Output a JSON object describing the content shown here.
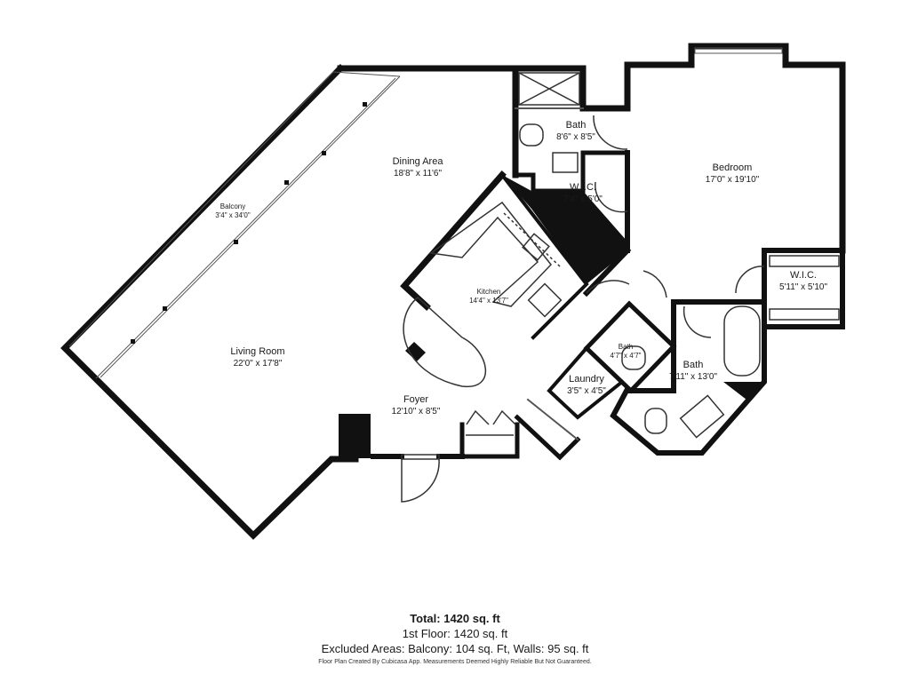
{
  "rooms": {
    "dining": {
      "name": "Dining Area",
      "dims": "18'8\" x 11'6\""
    },
    "balcony": {
      "name": "Balcony",
      "dims": "3'4\" x 34'0\""
    },
    "living": {
      "name": "Living Room",
      "dims": "22'0\" x 17'8\""
    },
    "kitchen": {
      "name": "Kitchen",
      "dims": "14'4\" x 13'7\""
    },
    "foyer": {
      "name": "Foyer",
      "dims": "12'10\" x 8'5\""
    },
    "bath_top": {
      "name": "Bath",
      "dims": "8'6\" x 8'5\""
    },
    "wic_top": {
      "name": "W.I.C.",
      "dims": "7'4\" x 5'0\""
    },
    "bedroom": {
      "name": "Bedroom",
      "dims": "17'0\" x 19'10\""
    },
    "wic_right": {
      "name": "W.I.C.",
      "dims": "5'11\" x 5'10\""
    },
    "bath_small": {
      "name": "Bath",
      "dims": "4'7\" x 4'7\""
    },
    "laundry": {
      "name": "Laundry",
      "dims": "3'5\" x 4'5\""
    },
    "bath_main": {
      "name": "Bath",
      "dims": "7'11\" x 13'0\""
    }
  },
  "totals": {
    "total": "Total: 1420 sq. ft",
    "floor": "1st Floor: 1420 sq. ft",
    "excluded": "Excluded Areas: Balcony: 104 sq. Ft, Walls: 95 sq. ft"
  },
  "credit": "Floor Plan Created By Cubicasa App. Measurements Deemed Highly Reliable But Not Guaranteed.",
  "colors": {
    "wall": "#111111",
    "line": "#555555",
    "background": "#ffffff"
  }
}
